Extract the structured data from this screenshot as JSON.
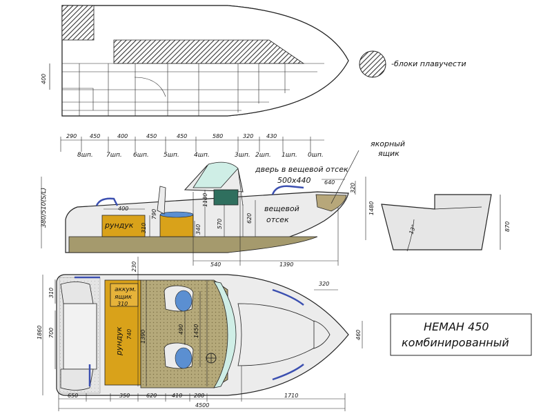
{
  "legend": {
    "text": "-блоки плавучести"
  },
  "plan_top": {
    "dim_400": "400"
  },
  "frames": {
    "spacings": [
      "290",
      "450",
      "400",
      "450",
      "450",
      "580",
      "320",
      "430"
    ],
    "names": [
      "8шп.",
      "7шп.",
      "6шп.",
      "5шп.",
      "4шп.",
      "3шп.",
      "2шп.",
      "1шп.",
      "0шп."
    ]
  },
  "side": {
    "annotations": {
      "anchor_locker": "якорный ящик",
      "locker_door": "дверь в вещевой отсек",
      "door_size": "500х440",
      "locker_compartment": "вещевой отсек",
      "storage_box": "рундук",
      "transom_height": "380/510(S/L)"
    },
    "dims": {
      "d400": "400",
      "d310": "310",
      "d790": "790",
      "d1180": "1180",
      "d340": "340",
      "d570": "570",
      "d620": "620",
      "d640": "640",
      "d320": "320",
      "d1480": "1480",
      "d540": "540",
      "d1390": "1390"
    }
  },
  "transom": {
    "d870": "870",
    "angle": "13°"
  },
  "plan": {
    "annotations": {
      "battery_box": "аккум. ящик",
      "storage_box": "рундук",
      "storage_box_width": "740"
    },
    "dims": {
      "d230": "230",
      "d310a": "310",
      "d310b": "310",
      "d700": "700",
      "d1860": "1860",
      "d1390": "1390",
      "d1450": "1450",
      "d490": "490",
      "d320": "320",
      "d460": "460",
      "d650": "650",
      "d350": "350",
      "d620": "620",
      "d410": "410",
      "d280": "280",
      "d1710": "1710",
      "d4500": "4500"
    }
  },
  "title_box": {
    "line1": "НЕМАН 450",
    "line2": "комбинированный"
  },
  "colors": {
    "buoyancy_fill": "#555555",
    "storage_box": "#d9a21a",
    "deck": "#a59a6d",
    "windshield": "#cfeee6",
    "hull": "#ececec",
    "accent_blue": "#3b4fb0",
    "seat_blue": "#5b8fd1"
  }
}
